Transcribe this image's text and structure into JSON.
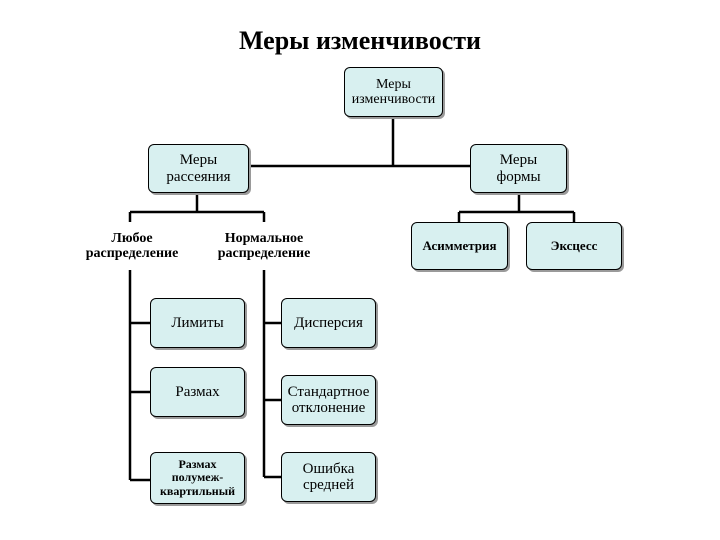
{
  "title": "Меры изменчивости",
  "nodes": {
    "root": [
      "Меры",
      "изменчивости"
    ],
    "dispersion_measures": [
      "Меры",
      "рассеяния"
    ],
    "shape_measures": [
      "Меры",
      "формы"
    ],
    "any_distribution": [
      "Любое",
      "распределение"
    ],
    "normal_distribution": [
      "Нормальное",
      "распределение"
    ],
    "asymmetry": [
      "Асимметрия"
    ],
    "excess": [
      "Эксцесс"
    ],
    "limits": [
      "Лимиты"
    ],
    "range": [
      "Размах"
    ],
    "semi_interquartile_range": [
      "Размах",
      "полумеж-",
      "квартильный"
    ],
    "variance": [
      "Дисперсия"
    ],
    "standard_deviation": [
      "Стандартное",
      "отклонение"
    ],
    "standard_error": [
      "Ошибка",
      "средней"
    ]
  },
  "colors": {
    "box_fill": "#d8f0f0",
    "box_border": "#000000",
    "box_shadow": "#9a9a9a"
  }
}
